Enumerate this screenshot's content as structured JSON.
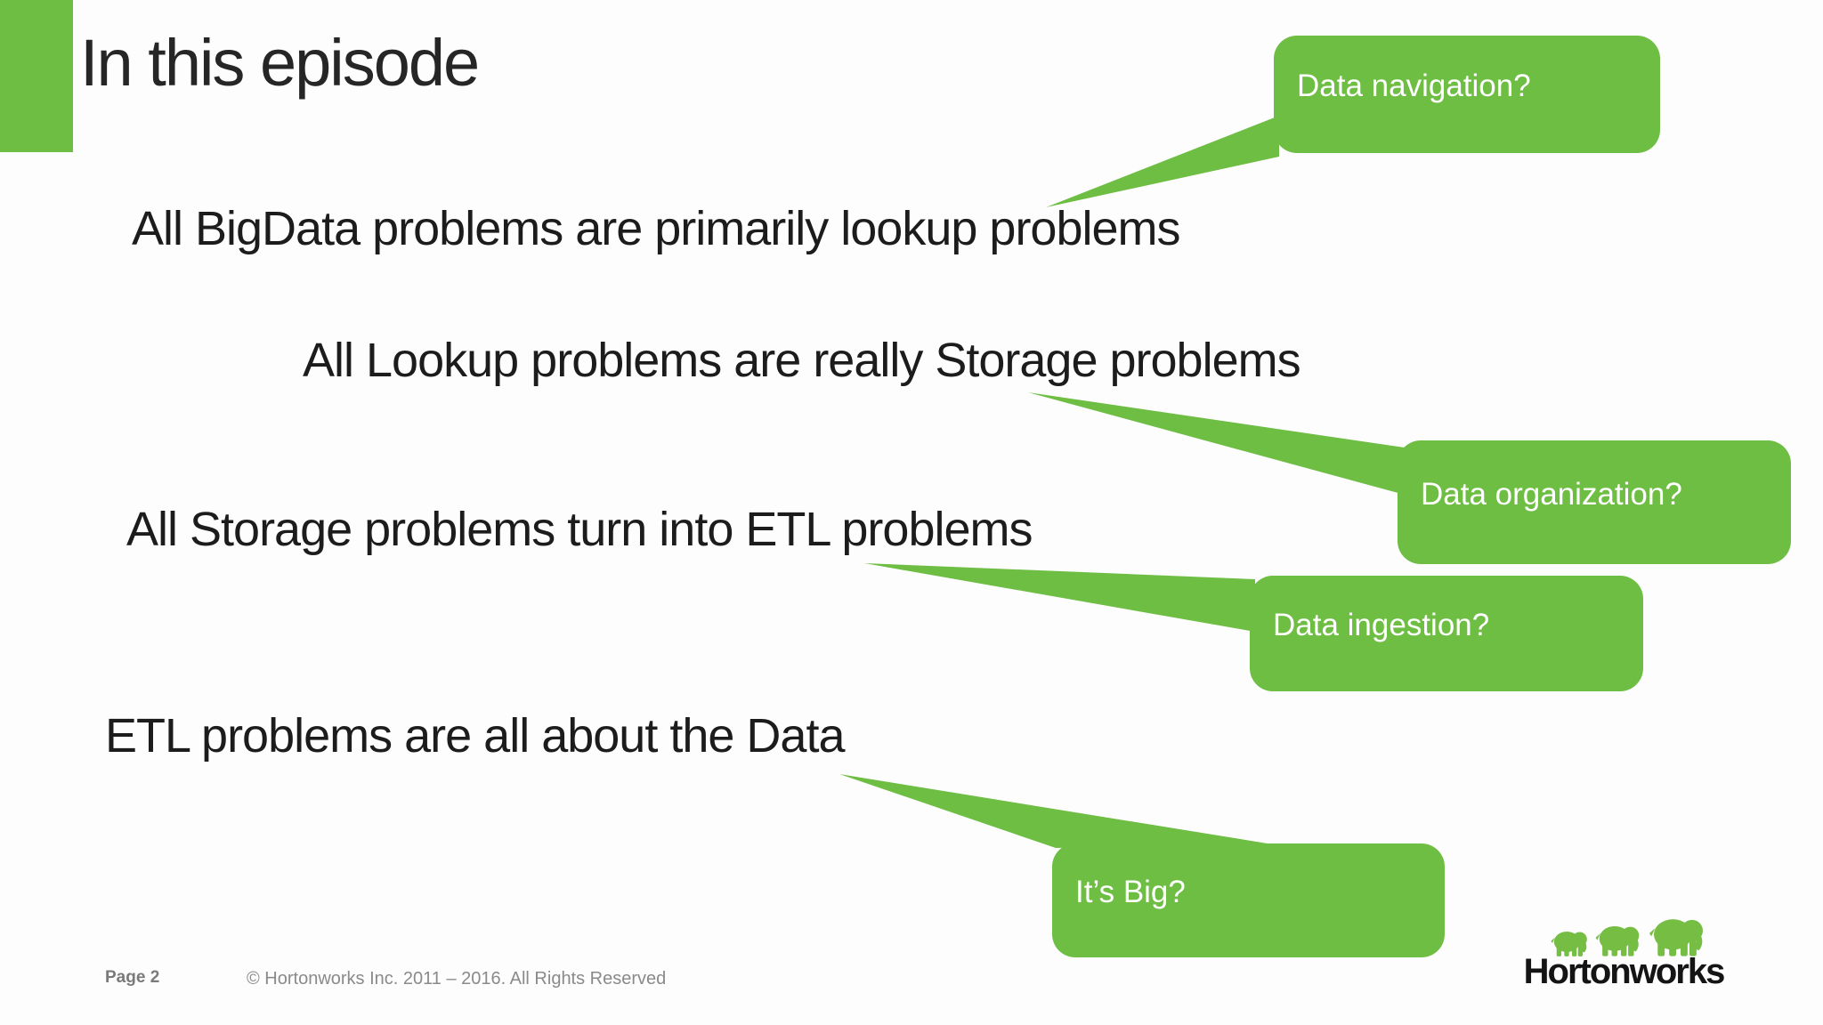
{
  "slide": {
    "title": "In this episode",
    "statements": [
      "All BigData problems are primarily lookup problems",
      "All Lookup problems are really Storage problems",
      "All Storage problems turn into ETL problems",
      "ETL problems are all about the Data"
    ],
    "callouts": [
      {
        "label": "Data navigation?"
      },
      {
        "label": "Data organization?"
      },
      {
        "label": "Data ingestion?"
      },
      {
        "label": "It’s Big?"
      }
    ],
    "footer": {
      "page_label": "Page 2",
      "copyright": "© Hortonworks Inc. 2011 – 2016. All Rights Reserved"
    },
    "logo": {
      "wordmark": "Hortonworks",
      "icon": "elephant-icon"
    },
    "colors": {
      "accent_green": "#6EBE44",
      "bubble_text": "#FFFFFF",
      "body_text": "#1C1C1C",
      "footer_gray": "#8A8A8A"
    }
  }
}
